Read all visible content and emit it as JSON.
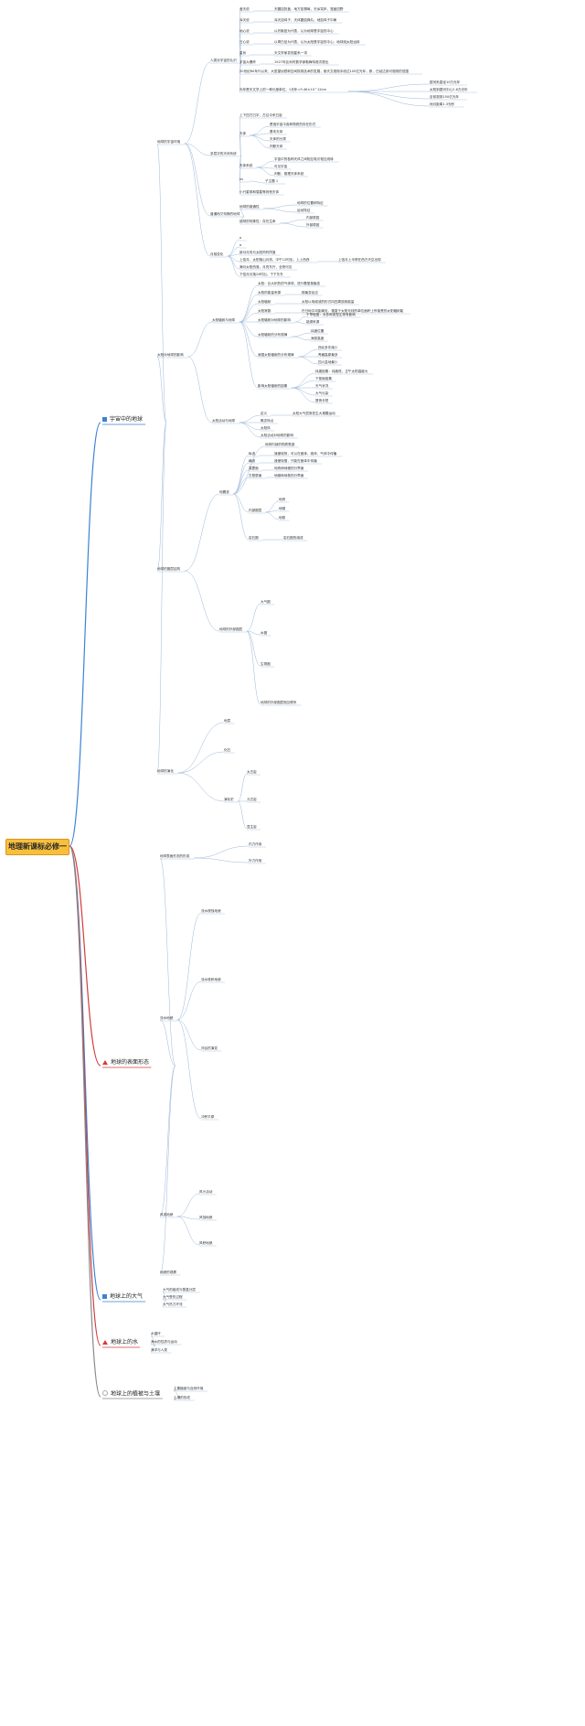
{
  "root": "地理新课标必修一",
  "branches": [
    {
      "name": "宇宙中的地球",
      "marker": "square",
      "color": "#3b82d6"
    },
    {
      "name": "地球的表面形态",
      "marker": "triangle",
      "color": "#d23c3c"
    },
    {
      "name": "地球上的大气",
      "marker": "square",
      "color": "#3b82d6"
    },
    {
      "name": "地球上的水",
      "marker": "triangle",
      "color": "#d23c3c"
    },
    {
      "name": "地球上的植被与土壤",
      "marker": "circle",
      "color": "#888888"
    }
  ],
  "nodes": {
    "a1": "地球的宇宙环境",
    "a1_1": "人类对宇宙的认识",
    "a1_1_1": "盖天说",
    "a1_1_1a": "天圆如张盖，地方如棋局，天似穹庐，笼盖四野",
    "a1_1_2": "浑天说",
    "a1_1_2a": "浑天如鸡子，天体圆如弹丸，地如鸡子中黄",
    "a1_1_3": "地心说",
    "a1_1_3a": "以托勒密为代表，认为地球是宇宙的中心",
    "a1_1_4": "日心说",
    "a1_1_4a": "以哥白尼为代表，认为太阳是宇宙的中心，地球绕太阳运转",
    "a1_1_5": "星系",
    "a1_1_5a": "天文学家发现星系一词",
    "a1_1_6": "宇宙大爆炸",
    "a1_1_6a": "1927年比利时数学家勒梅特首次提出",
    "a1_1_7": "20世纪60年代以来，大型望远镜和空间探测技术的发展，使天文观测手段达100亿光年，即，已经达到可观测的范围",
    "a1_1_8": "光年是天文学上的一种长度单位，1光年=9.46×10^12km",
    "a1_1_8a": "银河系直径10万光年",
    "a1_1_8b": "太阳到银河中心2.6万光年",
    "a1_1_8c": "目前观测150亿光年",
    "a1_1_8d": "地月距离1.3光秒",
    "a1_2": "多层次的天体系统",
    "a1_2_1": "上下四方曰宇，古往今来曰宙",
    "a1_2_2": "天体",
    "a1_2_2a": "是指宇宙中各种物质的存在形式",
    "a1_2_2b": "基本天体",
    "a1_2_2c": "天体的分类",
    "a1_2_2d": "判断天体",
    "a1_2_3": "天体系统",
    "a1_2_3a": "宇宙中的各种天体之间相互吸引相互绕转",
    "a1_2_3b": "可见宇宙",
    "a1_2_3c": "判断、推理天体系统",
    "a1_2_4": "vs",
    "a1_2_4a": "子主题 1",
    "a1_2_5": "小行星带和彗星等其他天体",
    "a1_3": "普通而又特殊的地球",
    "a1_3_1": "地球的普通性",
    "a1_3_1a": "地球的位置和特征",
    "a1_3_1b": "运动特征",
    "a1_3_2": "地球的特殊性：存在生命",
    "a1_3_2a": "内部原因",
    "a1_3_2b": "外部原因",
    "a1_4": "月相变化",
    "a1_4_1": "a",
    "a1_4_2": "a",
    "a1_4_3": "新月月亮与太阳同时同落",
    "a1_4_4": "上弦月，太阳落山月亮，中午12时出，上上西西",
    "a1_4_4a": "上弦月上半夜在西方天空出现",
    "a1_4_5": "满月太阳西落，月亮东升，全夜可见",
    "a1_4_6": "下弦月月落24时出，下下东东",
    "a2": "太阳对地球的影响",
    "a2_1": "太阳辐射与地球",
    "a2_1_1": "太阳：巨大炽热的气体球，进行着氢核聚变",
    "a2_1_2": "太阳的能量来源",
    "a2_1_2a": "核聚变反应",
    "a2_1_3": "太阳辐射",
    "a2_1_3a": "太阳以电磁波的形式向四周放射能量",
    "a2_1_4": "太阳常数",
    "a2_1_4a": "在日地平均距离处，垂直于太阳光线的单位面积上所接受的太阳辐射能",
    "a2_1_5": "太阳辐射对地球的影响",
    "a2_1_5a": "干旱程度：对多种类型生物有影响",
    "a2_1_5b": "能源来源",
    "a2_1_6": "太阳辐射的分布规律",
    "a2_1_6a": "纬度位置",
    "a2_1_6b": "海拔高度",
    "a2_1_7": "我国太阳辐射的分布规律",
    "a2_1_7a": "西北多东南少",
    "a2_1_7b": "青藏高原最多",
    "a2_1_7c": "四川盆地最少",
    "a2_1_8": "影响太阳辐射的因素",
    "a2_1_8a": "纬度因素：纬度低，正午太阳高度大",
    "a2_1_8b": "下垫面因素",
    "a2_1_8c": "天气状况",
    "a2_1_8d": "大气污染",
    "a2_1_8e": "昼夜长短",
    "a2_2": "太阳活动与地球",
    "a2_2_1": "定义",
    "a2_2_1a": "太阳大气层常发生大规模运动",
    "a2_2_2": "概念特点",
    "a2_2_3": "太阳风",
    "a2_2_4": "太阳活动对地球的影响",
    "a3": "地球的圈层结构",
    "a3_1": "地震波",
    "a3_1a": "地球内部的物质受激",
    "a3_2": "纵波",
    "a3_2a": "速度较快，可以在固体、液体、气体中传播",
    "a3_3": "横波",
    "a3_3a": "速度较慢，只能在固体中传播",
    "a3_4": "莫霍面",
    "a3_4a": "地壳和地幔的分界面",
    "a3_5": "古登堡面",
    "a3_5a": "地幔和地核的分界面",
    "a3_6": "内部圈层",
    "a3_6a": "地壳",
    "a3_6b": "地幔",
    "a3_6c": "地核",
    "a3_7": "岩石圈",
    "a3_7a": "岩石圈的组成",
    "a3_8": "地球的外部圈层",
    "a3_8a": "大气圈",
    "a3_8b": "水圈",
    "a3_8c": "生物圈",
    "a3_9": "地球的外部圈层相互联系",
    "a4": "地球的演化",
    "a4_1": "地层",
    "a4_2": "化石",
    "a4_3": "演化史",
    "a4_3a": "太古宙",
    "a4_3b": "元古宙",
    "a4_3c": "显生宙",
    "b1": "地球表面形态的形成",
    "b1_1": "内力作用",
    "b1_2": "外力作用",
    "b2": "流水地貌",
    "b2_1": "流水侵蚀地貌",
    "b2_2": "流水堆积地貌",
    "b2_3": "河谷的演变",
    "b2_4": "冲积平原",
    "b3": "风成地貌",
    "b3_1": "风沙活动",
    "b3_2": "风蚀地貌",
    "b3_3": "风积地貌",
    "b4": "地貌的观察",
    "c1": "大气的组成与垂直分层",
    "c2": "大气受热过程",
    "c3": "大气热力环流",
    "d1": "水循环",
    "d2": "海水的性质与运动",
    "d3": "海洋与人类",
    "e1": "主要植被与自然环境",
    "e2": "土壤的形成"
  }
}
